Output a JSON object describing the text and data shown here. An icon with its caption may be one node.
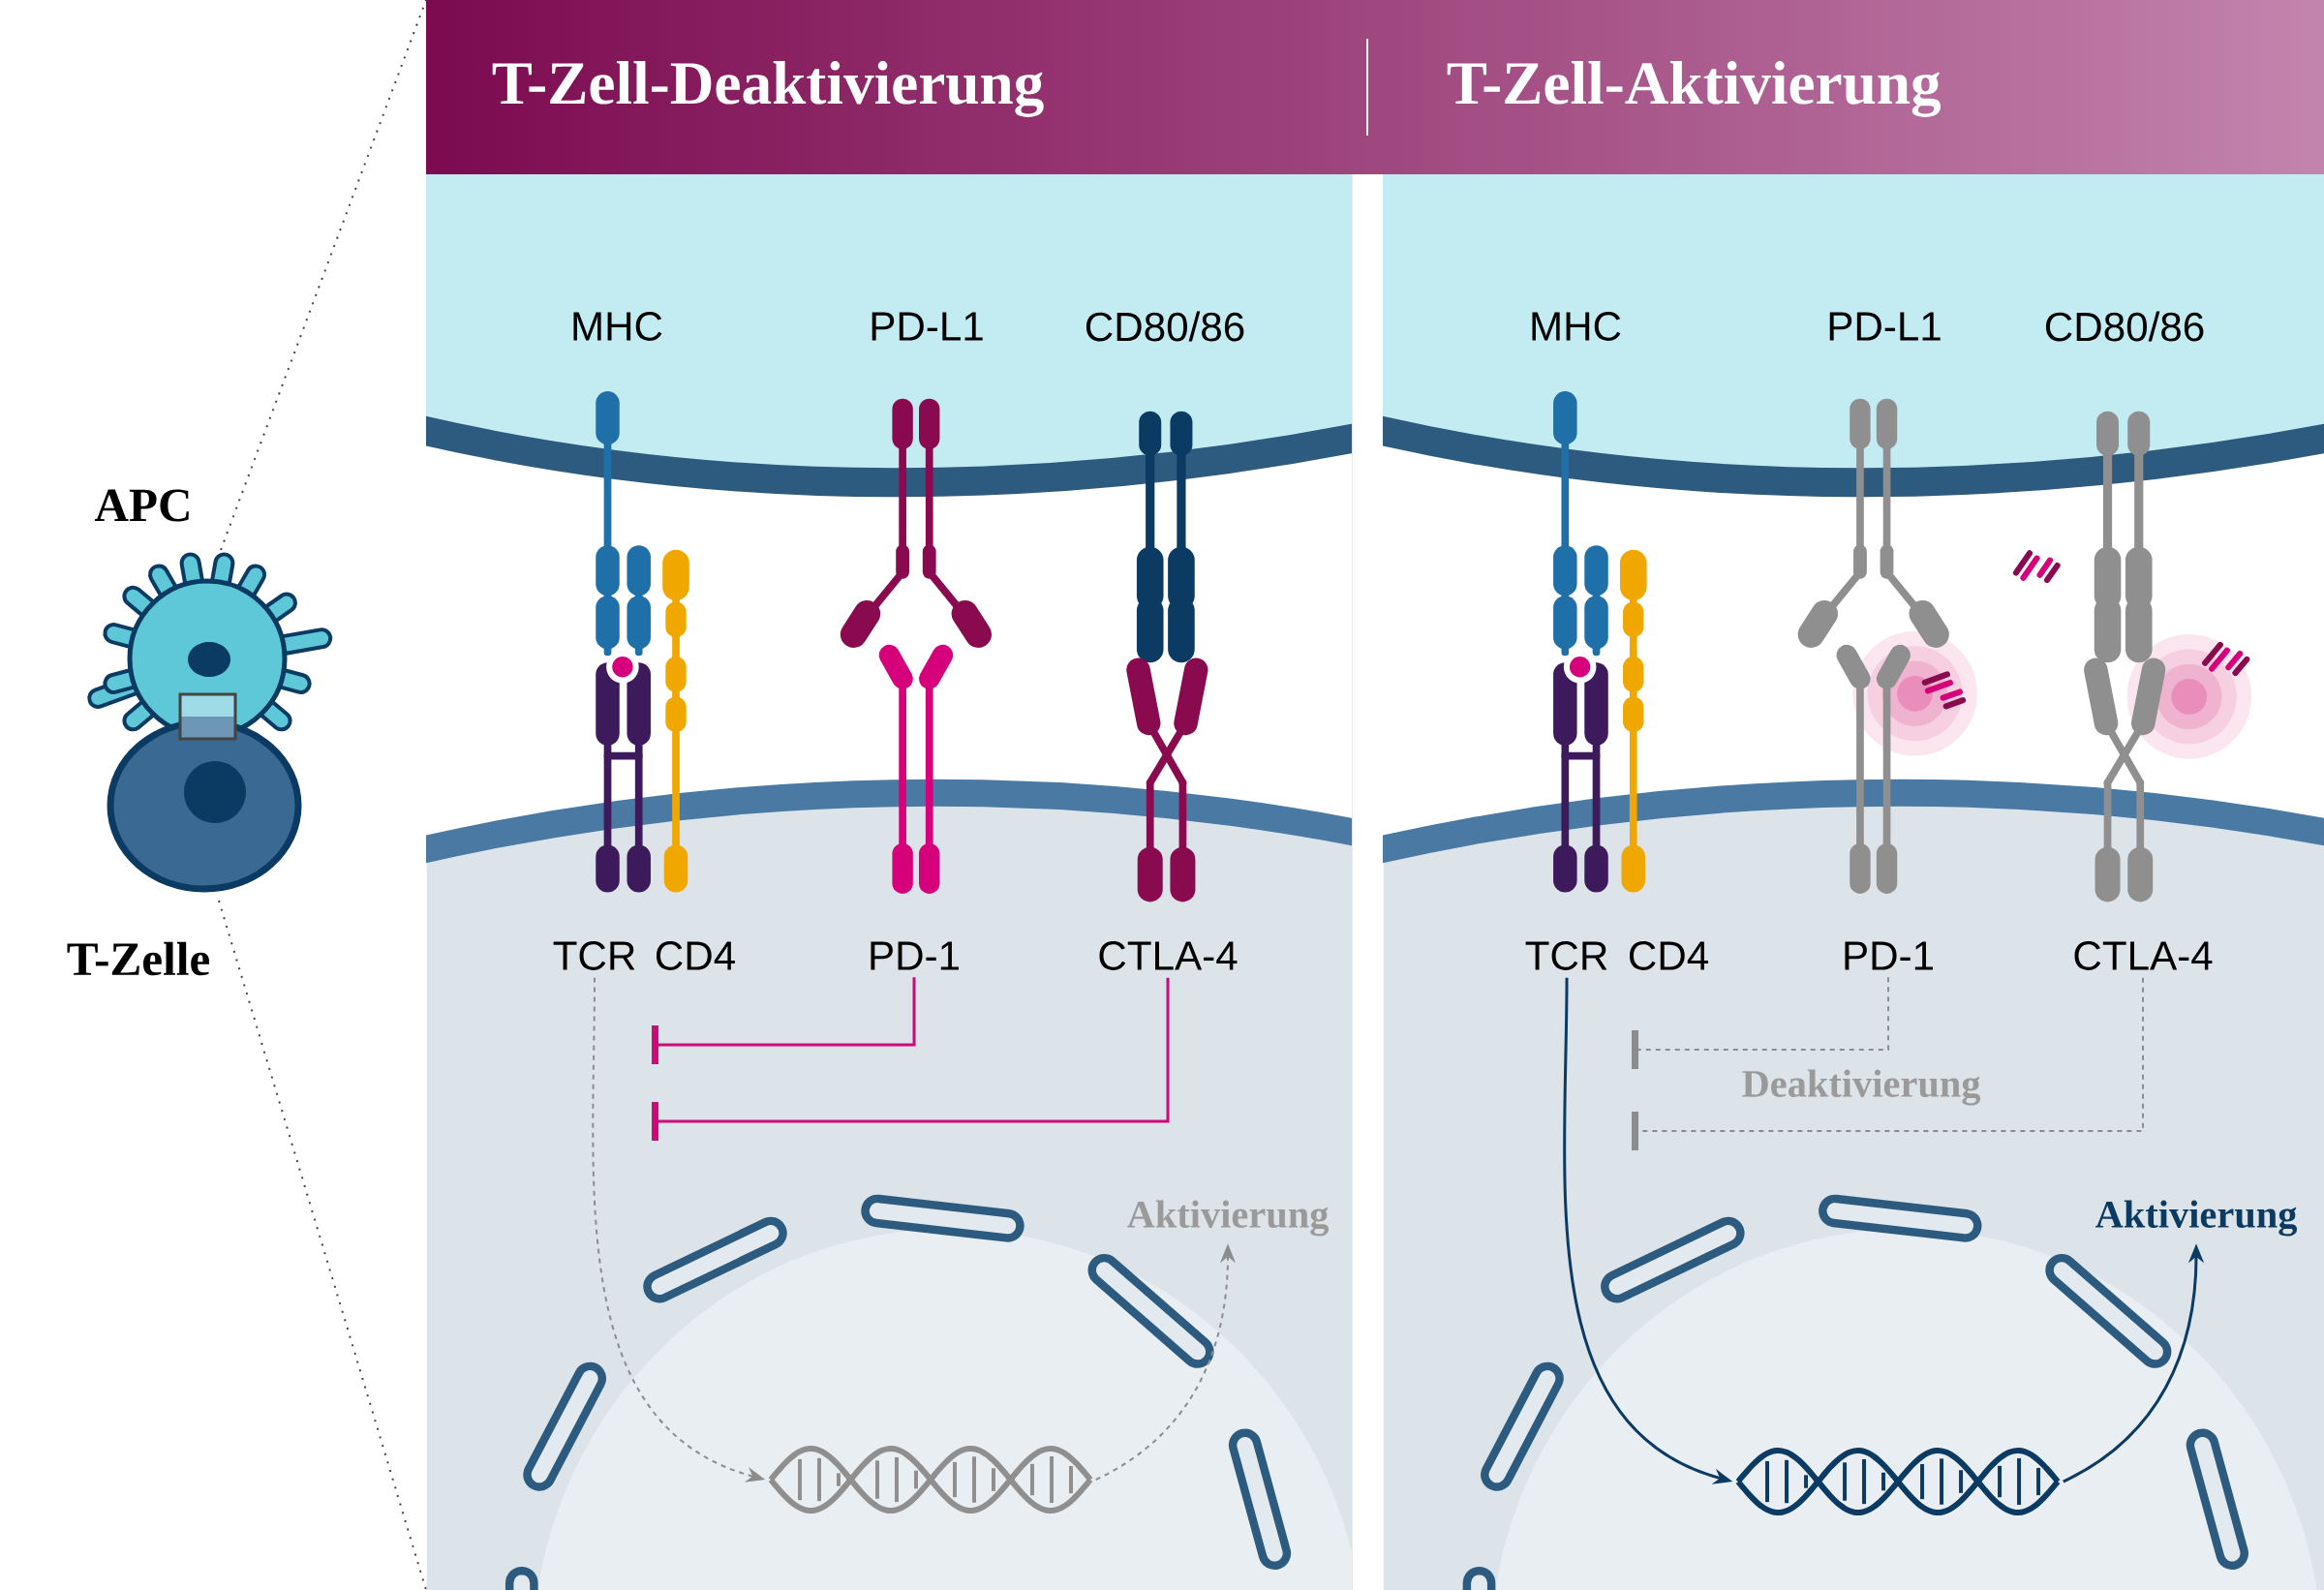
{
  "diagram": {
    "nodes": [
      {
        "text": [
          "T-Zell-Deaktivierung"
        ]
      },
      {
        "text": [
          "TCR"
        ],
        "in": 0
      },
      {
        "text": [
          "CD4"
        ],
        "in": 0
      },
      {
        "text": [
          "PD-1"
        ],
        "in": 0
      },
      {
        "text": [
          "CTLA-4"
        ],
        "in": 0
      },
      {
        "text": [],
        "shape": "picture",
        "in": 0
      },
      {
        "text": [
          "Aktivierung"
        ],
        "in": 0
      },
      {
        "text": [
          "T-Zell-Aktivierung"
        ]
      },
      {
        "text": [
          "TCR"
        ],
        "in": 7
      },
      {
        "text": [
          "CD4"
        ],
        "in": 7
      },
      {
        "text": [
          "PD-1"
        ],
        "in": 7
      },
      {
        "text": [
          "CTLA-4"
        ],
        "in": 7
      },
      {
        "text": [],
        "shape": "picture",
        "in": 7
      },
      {
        "text": [
          "Aktivierung"
        ],
        "in": 7
      }
    ],
    "edges": [
      {
        "from": 1,
        "to": 5,
        "arrow": "to",
        "style": "dashed"
      },
      {
        "from": 5,
        "to": 6,
        "arrow": "to",
        "style": "dashed"
      },
      {
        "from": 3,
        "to": null,
        "arrow": "other",
        "color": "#cc0a78"
      },
      {
        "from": 4,
        "to": null,
        "arrow": "other",
        "color": "#cc0a78"
      },
      {
        "from": 8,
        "to": 12,
        "arrow": "to",
        "color": "#0b3a63"
      },
      {
        "from": 12,
        "to": 13,
        "arrow": "to",
        "color": "#0b3a63"
      },
      {
        "from": 10,
        "to": null,
        "arrow": "other",
        "style": "dashed"
      },
      {
        "from": 11,
        "to": null,
        "arrow": "other",
        "style": "dashed"
      }
    ],
    "labels": [
      "APC",
      "T-Zelle",
      "MHC",
      "PD-L1",
      "CD80/86",
      "MHC",
      "PD-L1",
      "CD80/86",
      "Deaktivierung"
    ]
  }
}
